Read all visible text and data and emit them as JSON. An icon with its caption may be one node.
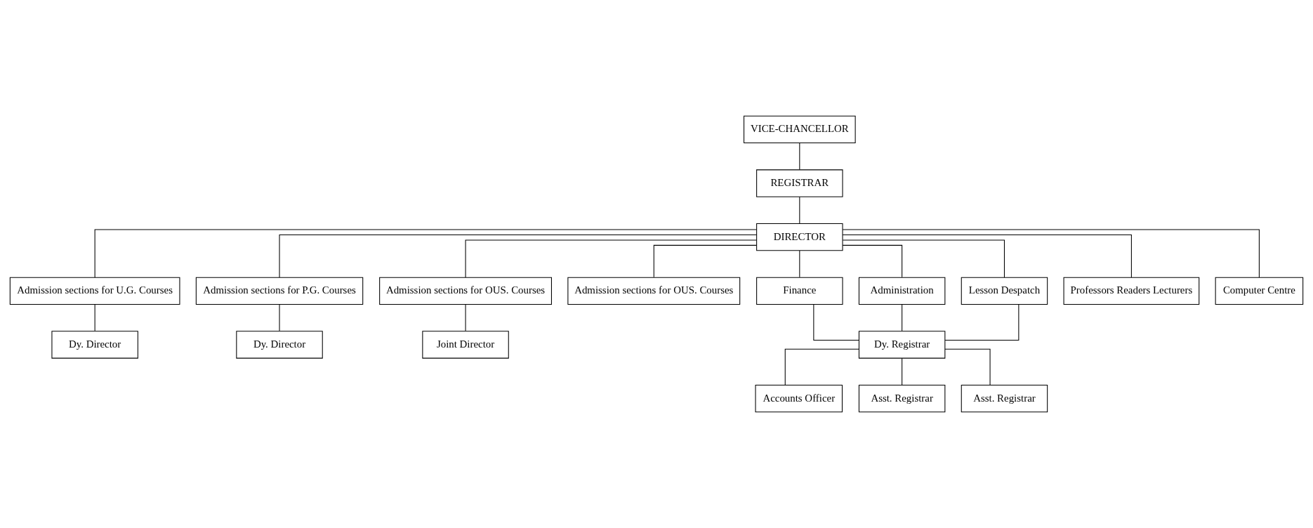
{
  "diagram": {
    "nodes": [
      {
        "text": [
          "VICE-CHANCELLOR"
        ]
      },
      {
        "text": [
          "REGISTRAR"
        ]
      },
      {
        "text": [
          "DIRECTOR"
        ]
      },
      {
        "text": [
          "Admission sections for U.G. Courses"
        ]
      },
      {
        "text": [
          "Admission sections for P.G. Courses"
        ]
      },
      {
        "text": [
          "Admission sections for OUS. Courses"
        ]
      },
      {
        "text": [
          "Admission sections for OUS. Courses"
        ]
      },
      {
        "text": [
          "Finance"
        ]
      },
      {
        "text": [
          "Administration"
        ]
      },
      {
        "text": [
          "Lesson Despatch"
        ]
      },
      {
        "text": [
          "Professors Readers Lecturers"
        ]
      },
      {
        "text": [
          "Computer Centre"
        ]
      },
      {
        "text": [
          "Dy. Director"
        ]
      },
      {
        "text": [
          "Dy. Director"
        ]
      },
      {
        "text": [
          "Joint Director"
        ]
      },
      {
        "text": [
          "Dy. Registrar"
        ]
      },
      {
        "text": [
          "Accounts Officer"
        ]
      },
      {
        "text": [
          "Asst. Registrar"
        ]
      },
      {
        "text": [
          "Asst. Registrar"
        ]
      }
    ],
    "edges": [
      {
        "from": 0,
        "to": 1,
        "arrow": "none"
      },
      {
        "from": 1,
        "to": 2,
        "arrow": "none"
      },
      {
        "from": 2,
        "to": 3,
        "arrow": "none"
      },
      {
        "from": 2,
        "to": 4,
        "arrow": "none"
      },
      {
        "from": 2,
        "to": 5,
        "arrow": "none"
      },
      {
        "from": 2,
        "to": 6,
        "arrow": "none"
      },
      {
        "from": 2,
        "to": 7,
        "arrow": "none"
      },
      {
        "from": 2,
        "to": 8,
        "arrow": "none"
      },
      {
        "from": 2,
        "to": 9,
        "arrow": "none"
      },
      {
        "from": 2,
        "to": 10,
        "arrow": "none"
      },
      {
        "from": 2,
        "to": 11,
        "arrow": "none"
      },
      {
        "from": 3,
        "to": 12,
        "arrow": "none"
      },
      {
        "from": 4,
        "to": 13,
        "arrow": "none"
      },
      {
        "from": 5,
        "to": 14,
        "arrow": "none"
      },
      {
        "from": 7,
        "to": 15,
        "arrow": "none"
      },
      {
        "from": 8,
        "to": 15,
        "arrow": "none"
      },
      {
        "from": 9,
        "to": 15,
        "arrow": "none"
      },
      {
        "from": 15,
        "to": 16,
        "arrow": "none"
      },
      {
        "from": 15,
        "to": 17,
        "arrow": "none"
      },
      {
        "from": 15,
        "to": 18,
        "arrow": "none"
      }
    ]
  }
}
